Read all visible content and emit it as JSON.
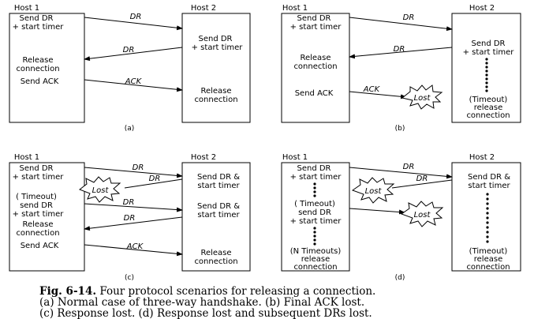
{
  "hosts": {
    "host1": "Host 1",
    "host2": "Host 2"
  },
  "messages": {
    "dr": "DR",
    "ack": "ACK",
    "lost": "Lost"
  },
  "panel_a": {
    "label": "(a)",
    "h1_send": [
      "Send DR",
      "+ start timer"
    ],
    "h1_release": [
      "Release",
      "connection"
    ],
    "h1_ack": "Send ACK",
    "h2_send": [
      "Send DR",
      "+ start timer"
    ],
    "h2_release": [
      "Release",
      "connection"
    ]
  },
  "panel_b": {
    "label": "(b)",
    "h1_send": [
      "Send DR",
      "+ start timer"
    ],
    "h1_release": [
      "Release",
      "connection"
    ],
    "h1_ack": "Send ACK",
    "h2_send": [
      "Send DR",
      "+ start timer"
    ],
    "h2_timeout": [
      "(Timeout)",
      "release",
      "connection"
    ]
  },
  "panel_c": {
    "label": "(c)",
    "h1_send": [
      "Send DR",
      "+ start timer"
    ],
    "h1_timeout": [
      "( Timeout)",
      "send DR",
      "+ start timer"
    ],
    "h1_release": [
      "Release",
      "connection"
    ],
    "h1_ack": "Send ACK",
    "h2_send1": [
      "Send DR &",
      "start timer"
    ],
    "h2_send2": [
      "Send DR &",
      "start timer"
    ],
    "h2_release": [
      "Release",
      "connection"
    ]
  },
  "panel_d": {
    "label": "(d)",
    "h1_send": [
      "Send DR",
      "+ start timer"
    ],
    "h1_timeout": [
      "( Timeout)",
      "send DR",
      "+ start timer"
    ],
    "h1_ntimeouts": [
      "(N Timeouts)",
      "release",
      "connection"
    ],
    "h2_send": [
      "Send DR &",
      "start timer"
    ],
    "h2_timeout": [
      "(Timeout)",
      "release",
      "connection"
    ]
  },
  "caption": {
    "fig_label": "Fig.  6-14.",
    "line1": " Four protocol scenarios for releasing a connection.",
    "line2": "(a) Normal case of three-way handshake.  (b) Final ACK lost.",
    "line3": "(c) Response lost.  (d) Response lost and subsequent DRs lost."
  }
}
